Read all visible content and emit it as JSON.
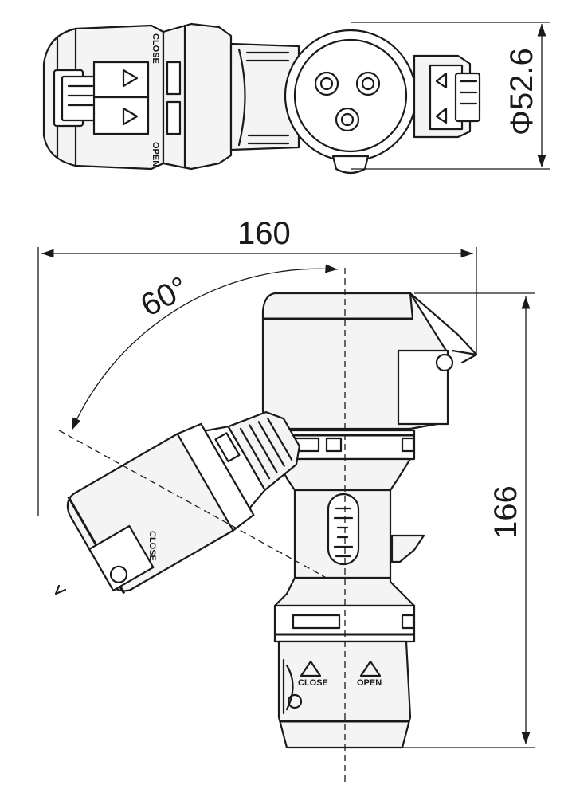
{
  "dimensions": {
    "width": "160",
    "height": "166",
    "diameter": "Φ52.6",
    "angle": "60°"
  },
  "labels": {
    "close": "CLOSE",
    "open": "OPEN",
    "close_rotated": "CLOSE",
    "top_close": "CLOSE",
    "top_open": "OPEN"
  }
}
